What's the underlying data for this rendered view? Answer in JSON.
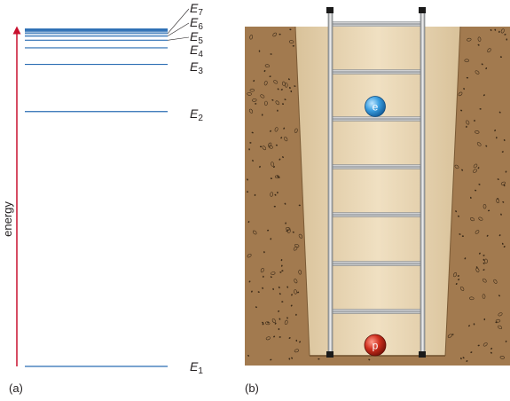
{
  "panels": {
    "a": {
      "caption": "(a)"
    },
    "b": {
      "caption": "(b)"
    }
  },
  "energy_axis": {
    "label": "energy",
    "color": "#c8102e"
  },
  "levels": [
    {
      "name": "E",
      "sub": "1"
    },
    {
      "name": "E",
      "sub": "2"
    },
    {
      "name": "E",
      "sub": "3"
    },
    {
      "name": "E",
      "sub": "4"
    },
    {
      "name": "E",
      "sub": "5"
    },
    {
      "name": "E",
      "sub": "6"
    },
    {
      "name": "E",
      "sub": "7"
    }
  ],
  "particles": {
    "electron": {
      "label": "e",
      "color": "#2f8fd0"
    },
    "proton": {
      "label": "p",
      "color": "#c8281e"
    }
  },
  "colors": {
    "level_line": "#2a6db3",
    "soil": "#a27a4f",
    "well_interior": "#e9d6b4",
    "ladder": "#b8bcc0"
  }
}
